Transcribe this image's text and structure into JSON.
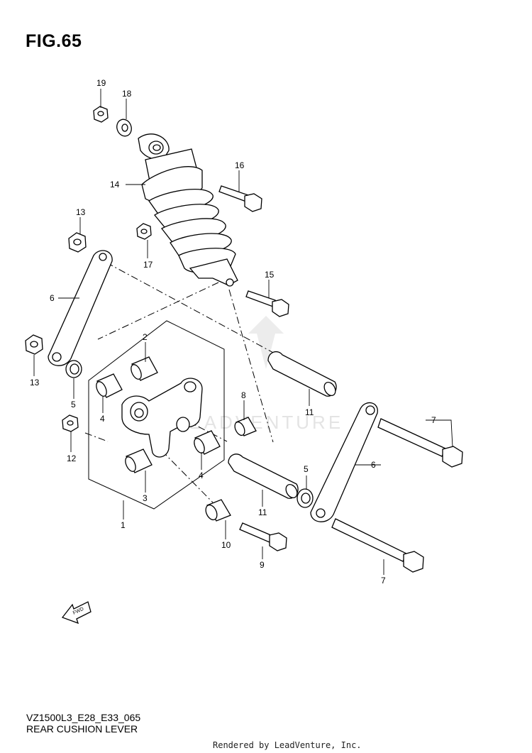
{
  "figure": {
    "title": "FIG.65",
    "model_code": "VZ1500L3_E28_E33_065",
    "subtitle": "REAR CUSHION LEVER",
    "credit": "Rendered by LeadVenture, Inc.",
    "watermark": "LEADVENTURE",
    "fwd_label": "FWD"
  },
  "callouts": {
    "c19": "19",
    "c18": "18",
    "c16": "16",
    "c14": "14",
    "c13a": "13",
    "c17": "17",
    "c15": "15",
    "c6a": "6",
    "c2": "2",
    "c13b": "13",
    "c5a": "5",
    "c8": "8",
    "c4a": "4",
    "c11a": "11",
    "c7a": "7",
    "c12": "12",
    "c6b": "6",
    "c4b": "4",
    "c5b": "5",
    "c3": "3",
    "c11b": "11",
    "c1": "1",
    "c10": "10",
    "c9": "9",
    "c7b": "7"
  }
}
